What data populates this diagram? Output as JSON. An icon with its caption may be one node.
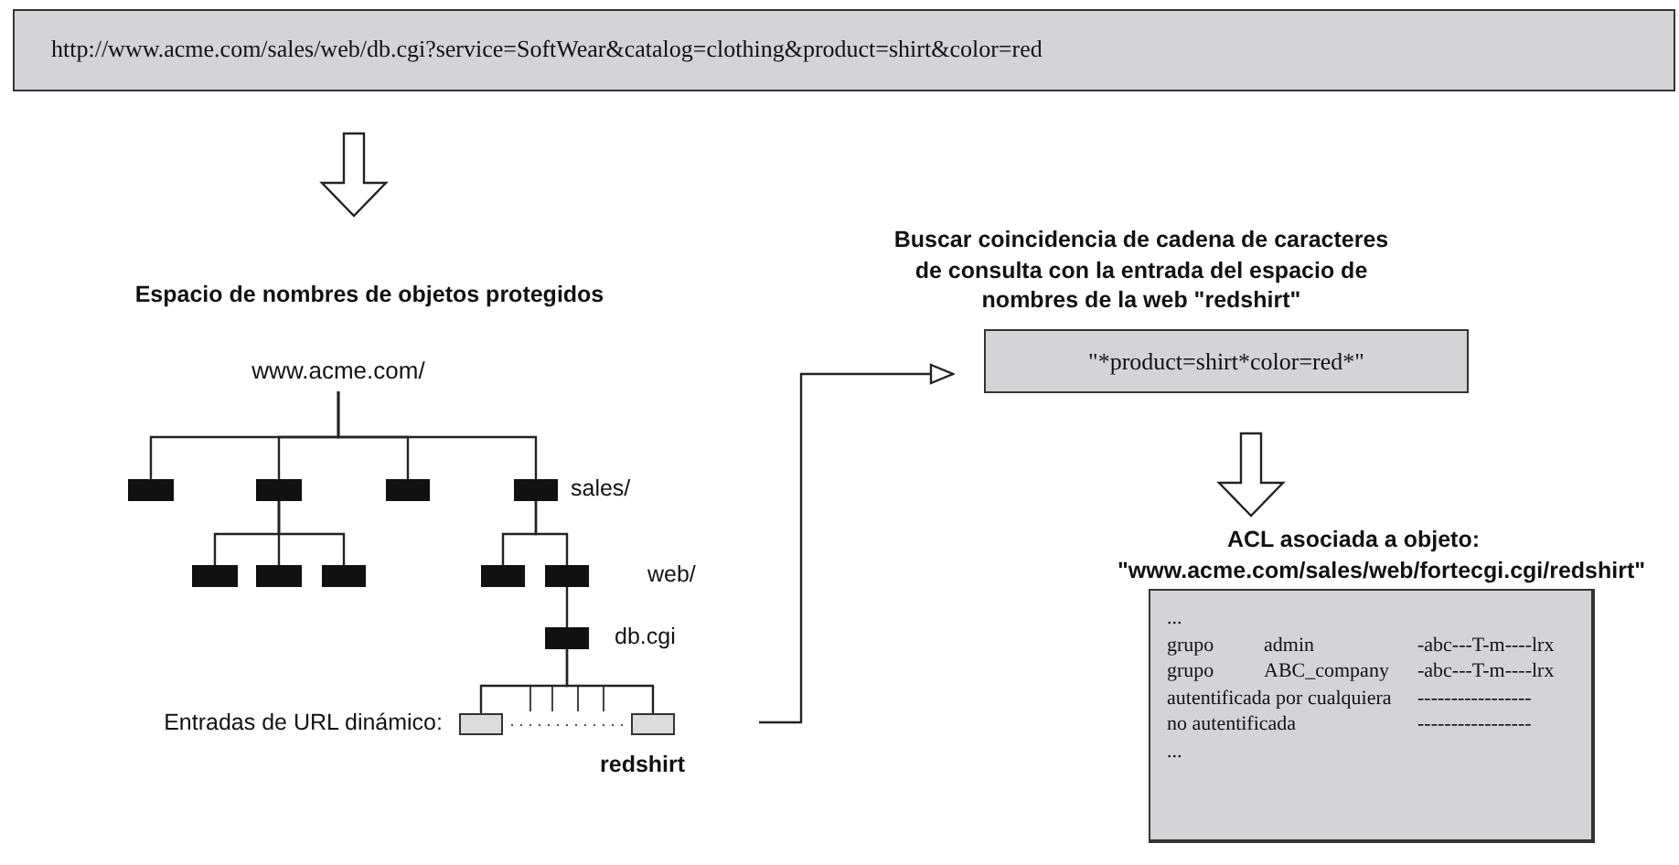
{
  "diagram": {
    "nodes": [
      {
        "text": [
          "http://www.acme.com/sales/web/db.cgi?service=SoftWear&catalog=clothing&product=shirt&color=red"
        ]
      },
      {
        "text": [
          "www.acme.com/"
        ]
      },
      {
        "text": [],
        "shape": "box"
      },
      {
        "text": [],
        "shape": "box"
      },
      {
        "text": [],
        "shape": "box"
      },
      {
        "text": [],
        "shape": "box",
        "beside": [
          "sales/"
        ]
      },
      {
        "text": [],
        "shape": "box"
      },
      {
        "text": [],
        "shape": "box"
      },
      {
        "text": [],
        "shape": "box"
      },
      {
        "text": [],
        "shape": "box"
      },
      {
        "text": [],
        "shape": "box",
        "beside": [
          "web/"
        ]
      },
      {
        "text": [],
        "shape": "box",
        "beside": [
          "db.cgi"
        ]
      },
      {
        "text": [],
        "shape": "box",
        "beside": [
          "Entradas de URL dinámico:"
        ]
      },
      {
        "text": [],
        "shape": "box",
        "beside": [
          "redshirt"
        ]
      },
      {
        "text": [
          "Buscar coincidencia de cadena de caracteres de consulta con la entrada del espacio de nombres de la web \"redshirt\"",
          "\"*product=shirt*color=red*\""
        ]
      },
      {
        "text": [
          "ACL asociada a objeto: \"www.acme.com/sales/web/fortecgi.cgi/redshirt\"",
          "...",
          "grupo",
          "admin",
          "-abc---T-m----lrx",
          "grupo",
          "ABC_company",
          "-abc---T-m----lrx",
          "autentificada por cualquiera",
          "-----------------",
          "no autentificada",
          "-----------------",
          "..."
        ]
      },
      {
        "text": [
          "Espacio de nombres  de objetos protegidos"
        ]
      }
    ],
    "edges": [
      {
        "from": 0,
        "to": 16,
        "arrow": "to",
        "style": "thick"
      },
      {
        "from": 1,
        "to": 2,
        "arrow": "none"
      },
      {
        "from": 1,
        "to": 3,
        "arrow": "none"
      },
      {
        "from": 1,
        "to": 4,
        "arrow": "none"
      },
      {
        "from": 1,
        "to": 5,
        "arrow": "none"
      },
      {
        "from": 3,
        "to": 6,
        "arrow": "none"
      },
      {
        "from": 3,
        "to": 7,
        "arrow": "none"
      },
      {
        "from": 3,
        "to": 8,
        "arrow": "none"
      },
      {
        "from": 5,
        "to": 9,
        "arrow": "none"
      },
      {
        "from": 5,
        "to": 10,
        "arrow": "none"
      },
      {
        "from": 10,
        "to": 11,
        "arrow": "none"
      },
      {
        "from": 11,
        "to": 12,
        "arrow": "none"
      },
      {
        "from": 11,
        "to": 13,
        "arrow": "none"
      },
      {
        "from": 13,
        "to": 14,
        "arrow": "to"
      },
      {
        "from": 14,
        "to": 15,
        "arrow": "to",
        "style": "thick"
      }
    ]
  }
}
